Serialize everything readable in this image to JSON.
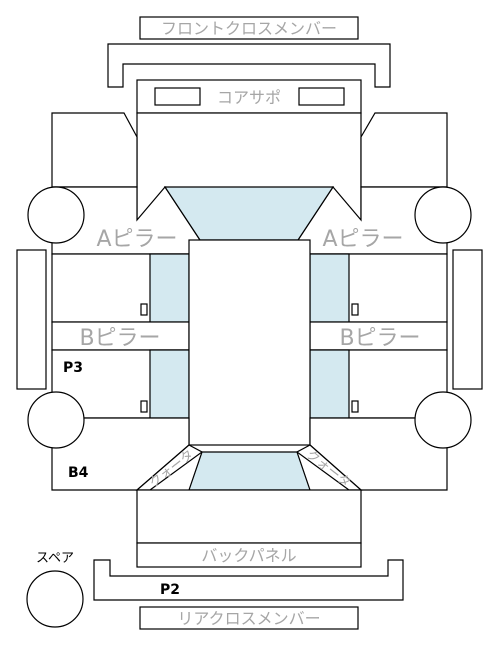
{
  "labels": {
    "front_cross_member": "フロントクロスメンバー",
    "radiator_support": "コアサポ",
    "a_pillar_left": "Aピラー",
    "a_pillar_right": "Aピラー",
    "b_pillar_left": "Bピラー",
    "b_pillar_right": "Bピラー",
    "p3": "P3",
    "b4": "B4",
    "spare": "スペア",
    "p2": "P2",
    "back_panel": "バックパネル",
    "rear_cross_member": "リアクロスメンバー",
    "quarter_left": "クォータ",
    "quarter_right": "クォータ"
  },
  "colors": {
    "glass": "#d4e9f0",
    "outline": "#000000",
    "label_gray": "#a6a6a6"
  }
}
